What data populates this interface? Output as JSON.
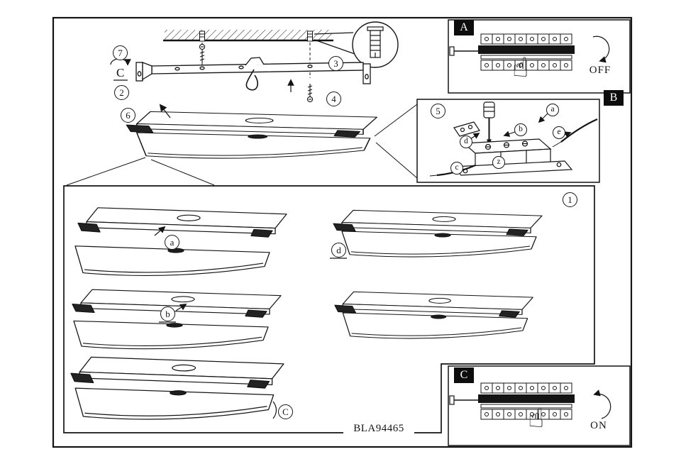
{
  "page": {
    "product_code": "BLA94465"
  },
  "panels": {
    "a": {
      "badge": "A",
      "status": "OFF"
    },
    "b": {
      "badge": "B"
    },
    "c": {
      "badge": "C",
      "status": "ON"
    }
  },
  "step_labels": {
    "s1": "1",
    "s2": "2",
    "s3": "3",
    "s4": "4",
    "s5": "5",
    "s6": "6",
    "s7": "7"
  },
  "detail_labels": {
    "turn": "C",
    "glass_a": "a",
    "glass_b": "b",
    "glass_c": "C",
    "glass_d": "d",
    "wiring_a": "a",
    "wiring_b": "b",
    "wiring_c": "c",
    "wiring_d": "d",
    "wiring_e": "e",
    "wiring_z": "z"
  },
  "icons": {
    "hand_up": "☝"
  }
}
